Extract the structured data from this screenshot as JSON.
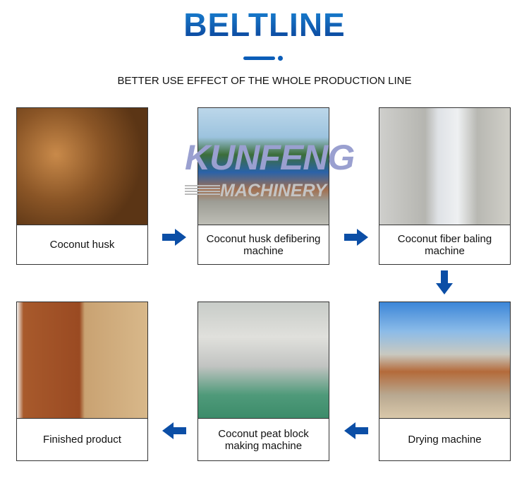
{
  "header": {
    "title": "BELTLINE",
    "subtitle": "BETTER USE EFFECT OF THE WHOLE PRODUCTION LINE",
    "accent": "#0b5db8"
  },
  "steps": [
    {
      "label": "Coconut husk"
    },
    {
      "label": "Coconut husk defibering machine"
    },
    {
      "label": "Coconut fiber baling machine"
    },
    {
      "label": "Drying machine"
    },
    {
      "label": "Coconut peat block making machine"
    },
    {
      "label": "Finished product"
    }
  ],
  "arrows": {
    "color": "#0b4ea6",
    "icons": [
      "arrow-right",
      "arrow-right",
      "arrow-down",
      "arrow-left",
      "arrow-left"
    ]
  },
  "watermark": {
    "brand": "KUNFENG",
    "sub": "MACHINERY"
  }
}
